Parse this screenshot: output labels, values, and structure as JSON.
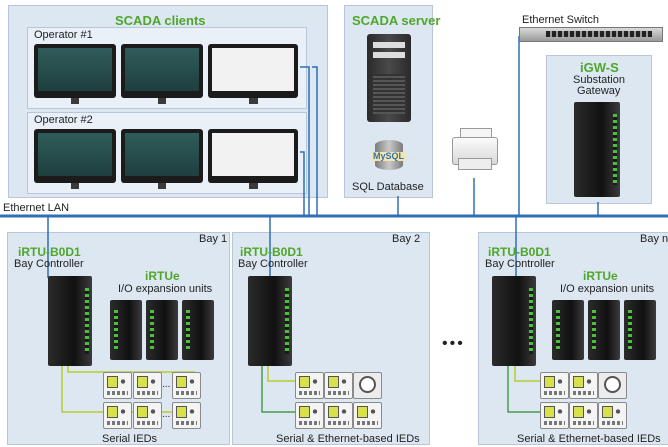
{
  "clients": {
    "title": "SCADA clients",
    "operators": [
      "Operator #1",
      "Operator #2"
    ]
  },
  "server": {
    "title": "SCADA server",
    "db_logo": "MySQL",
    "db_label": "SQL Database"
  },
  "switch_label": "Ethernet Switch",
  "gateway": {
    "title": "iGW-S",
    "line1": "Substation",
    "line2": "Gateway"
  },
  "lan_label": "Ethernet LAN",
  "bays": [
    {
      "bay_label": "Bay 1",
      "controller_title": "iRTU-B0D1",
      "controller_sub": "Bay Controller",
      "expansion_title": "iRTUe",
      "expansion_sub": "I/O expansion units",
      "ieds_label": "Serial IEDs",
      "dots": "..."
    },
    {
      "bay_label": "Bay 2",
      "controller_title": "iRTU-B0D1",
      "controller_sub": "Bay Controller",
      "ieds_label": "Serial & Ethernet-based IEDs"
    },
    {
      "bay_label": "Bay n",
      "controller_title": "iRTU-B0D1",
      "controller_sub": "Bay Controller",
      "expansion_title": "iRTUe",
      "expansion_sub": "I/O expansion units",
      "ieds_label": "Serial & Ethernet-based IEDs"
    }
  ],
  "ellipsis": "•••",
  "colors": {
    "panel": "#dde7f2",
    "title_green": "#4ea72a",
    "lan_blue": "#2f6fb4",
    "serial_green": "#b9cc2e",
    "ethernet_green": "#4a9a4a"
  }
}
